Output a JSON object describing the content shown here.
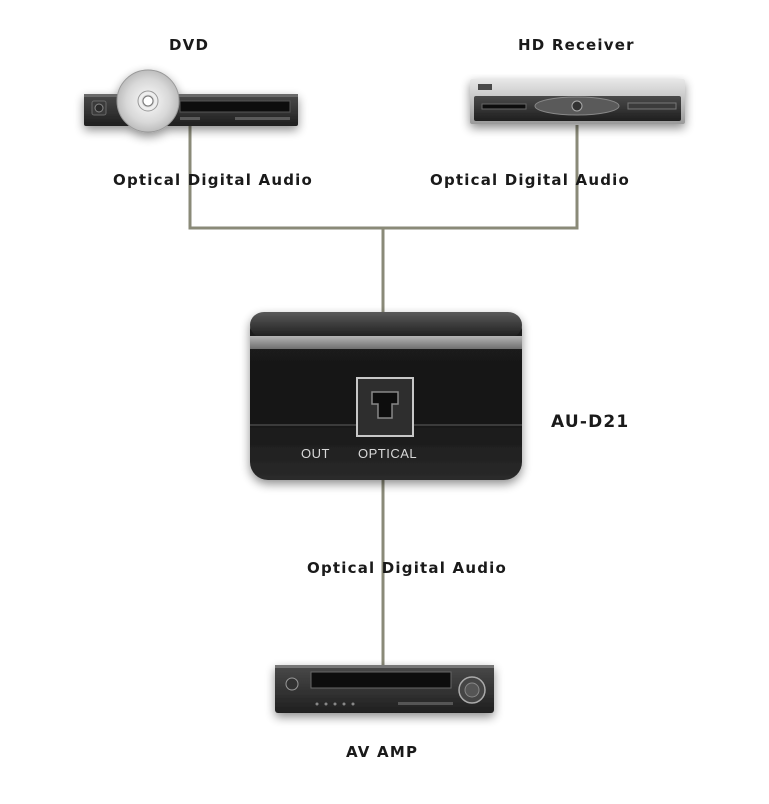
{
  "devices": {
    "dvd": {
      "title": "DVD"
    },
    "receiver": {
      "title": "HD Receiver"
    },
    "splitter": {
      "title": "AU-D21",
      "port_out": "OUT",
      "port_optical": "OPTICAL"
    },
    "amp": {
      "title": "AV AMP"
    }
  },
  "connections": {
    "dvd_label": "Optical  Digital Audio",
    "receiver_label": "Optical Digital  Audio",
    "amp_label": "Optical  Digital Audio"
  },
  "colors": {
    "cable": "#8a8a78",
    "device_body": "#2b2b2b",
    "background": "#ffffff"
  }
}
